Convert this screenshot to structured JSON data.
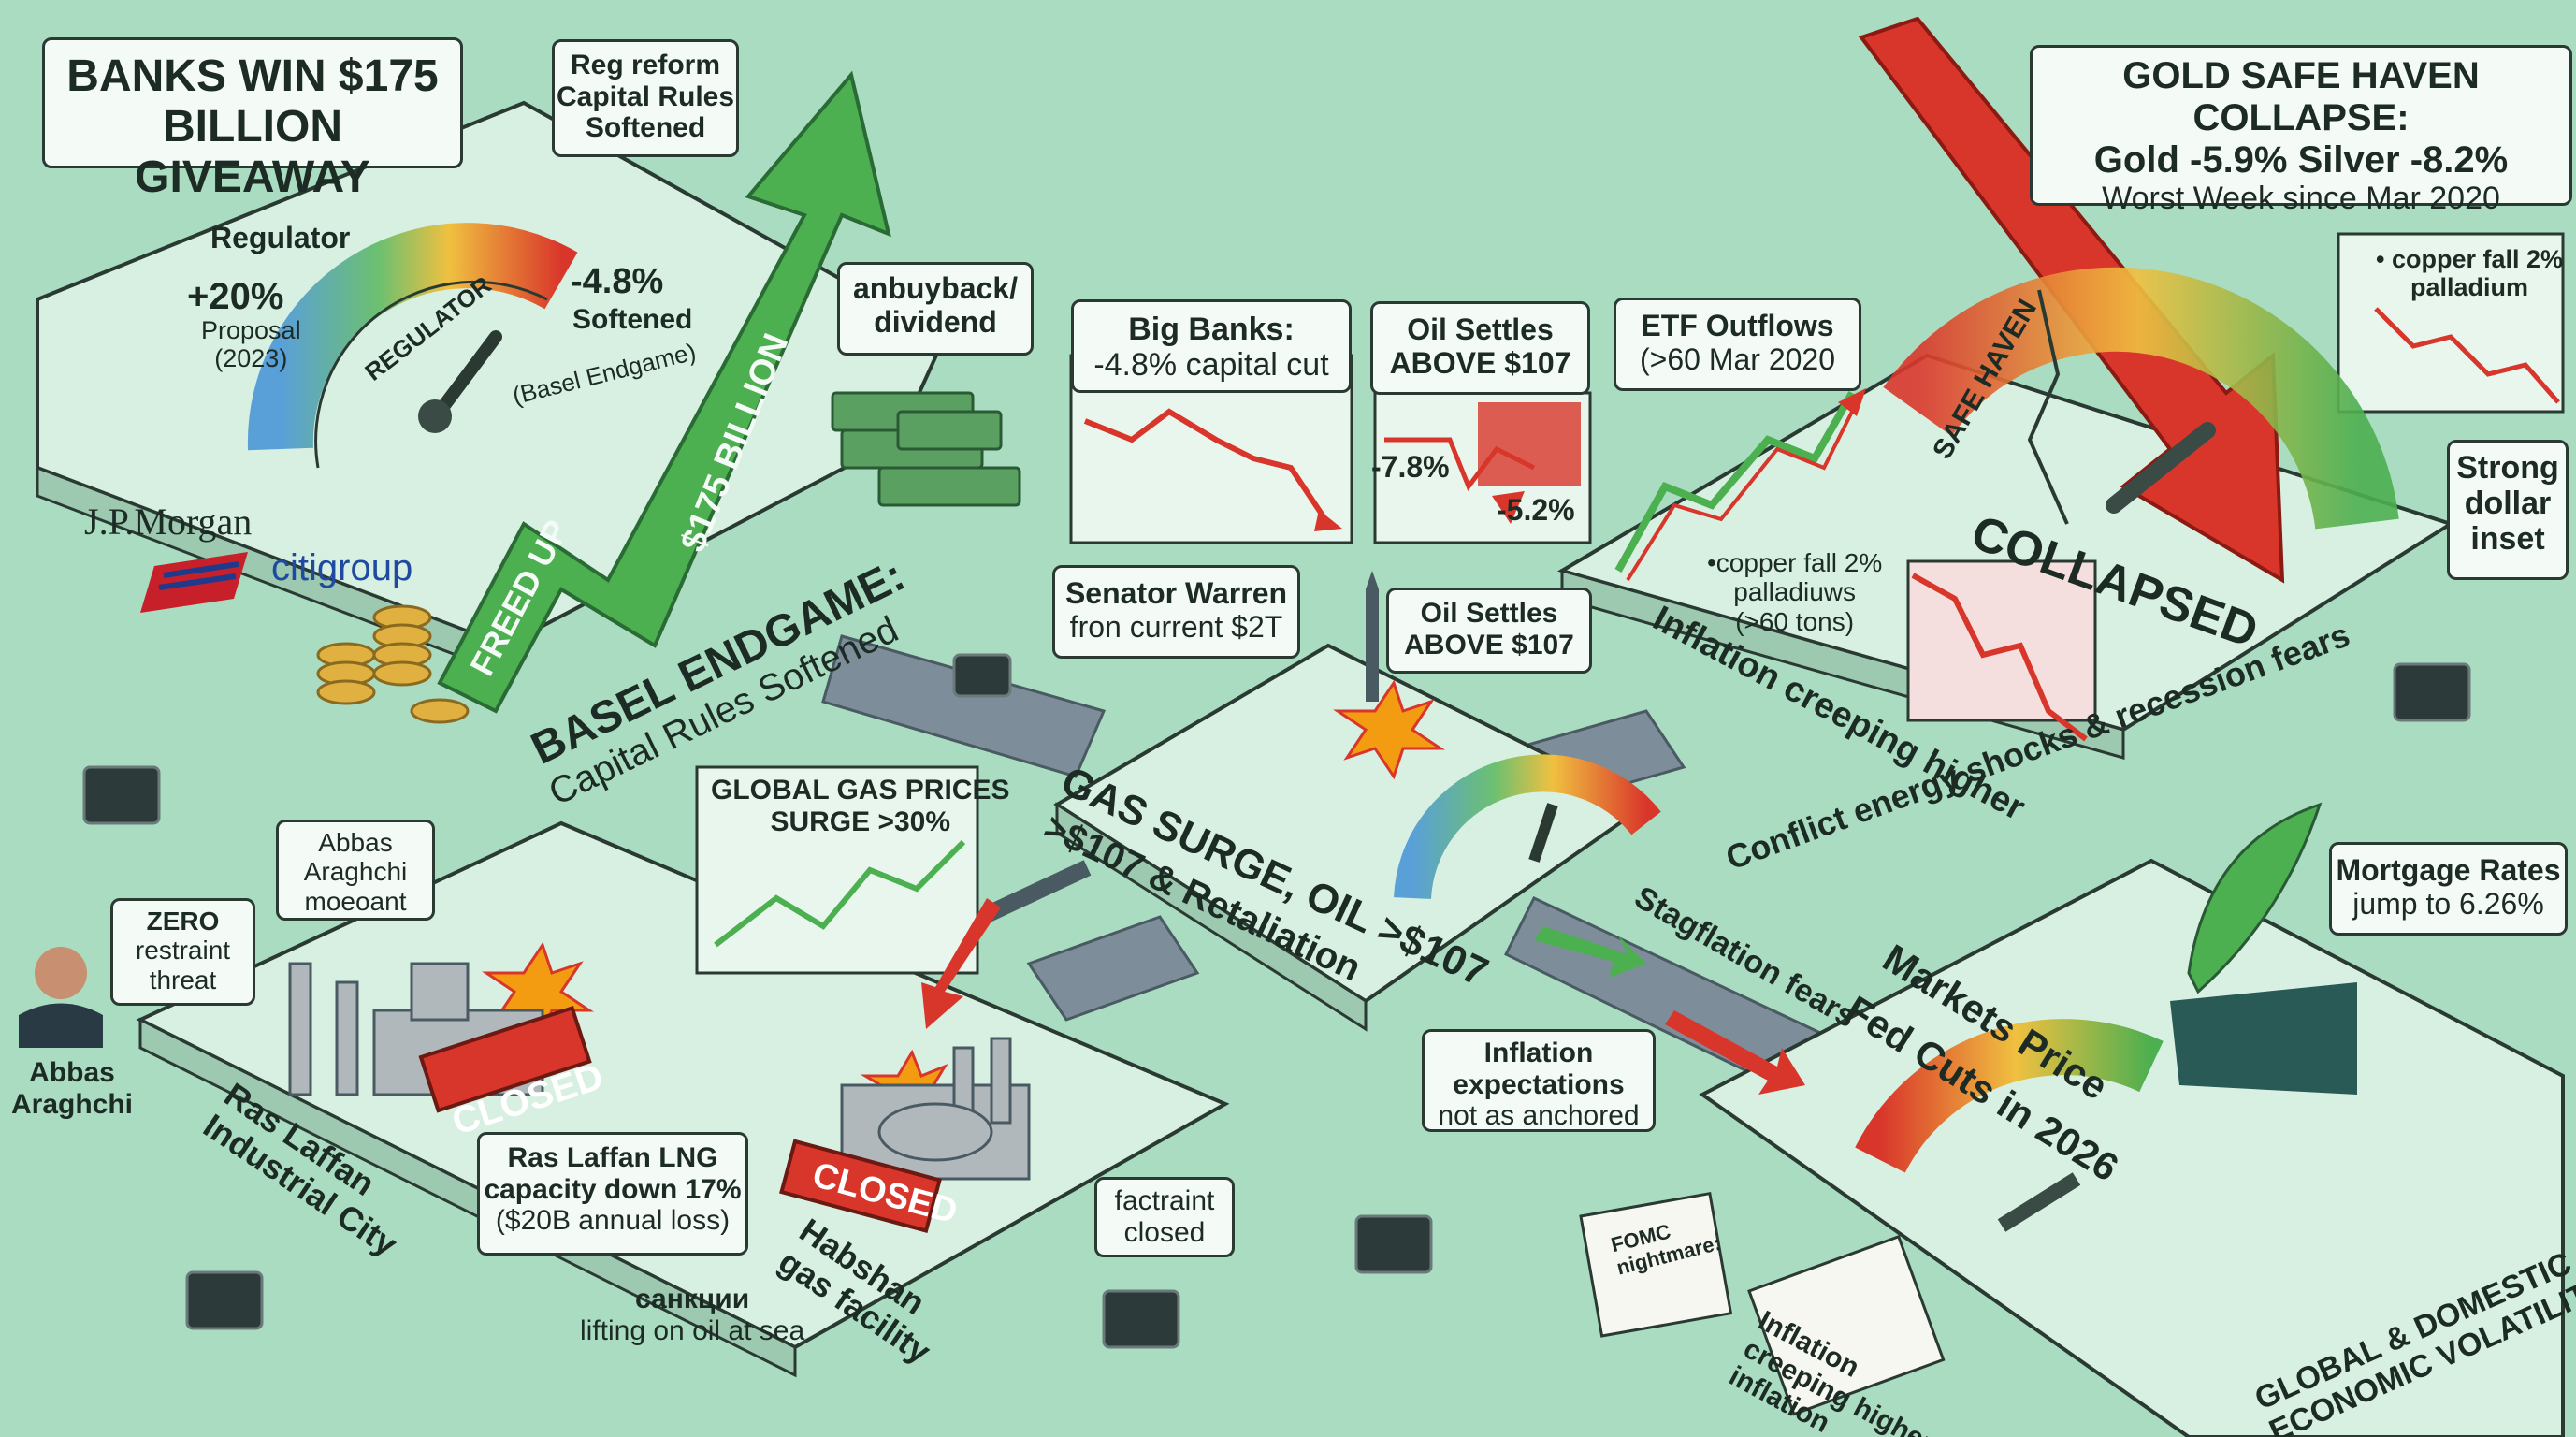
{
  "colors": {
    "background": "#a9dcc0",
    "platform": "#d8f0e2",
    "edge": "#2a3a33",
    "red": "#d9362b",
    "green": "#4caf50",
    "gold": "#e0b040"
  },
  "basel": {
    "headline": [
      "BANKS WIN $175",
      "BILLION GIVEAWAY"
    ],
    "reg_reform": [
      "Reg reform",
      "Capital Rules",
      "Softened"
    ],
    "regulator_label": "Regulator",
    "gauge_text": "REGULATOR",
    "proposal_value": "+20%",
    "proposal_label": [
      "Proposal",
      "(2023)"
    ],
    "softened_value": "-4.8%",
    "softened_label": "Softened",
    "softened_note": "(Basel Endgame)",
    "jpmorgan": "J.P.Morgan",
    "citi": "citigroup",
    "freed_up": "FREED UP",
    "billion_arrow": "$175 BILLION",
    "title": "BASEL ENDGAME:",
    "subtitle": "Capital Rules Softened",
    "buyback": [
      "anbuyback/",
      "dividend"
    ]
  },
  "banks_chart": {
    "title": "Big Banks:",
    "subtitle": "-4.8% capital cut"
  },
  "oil_chart": {
    "title": [
      "Oil Settles",
      "ABOVE  $107"
    ],
    "left_value": "-7.8%",
    "right_value": "-5.2%"
  },
  "warren": {
    "title": "Senator Warren",
    "subtitle": "fron current $2T"
  },
  "oil_settles_2": [
    "Oil Settles",
    "ABOVE $107"
  ],
  "gas_surge": [
    "GAS SURGE, OIL >$107",
    ">$107 & Retaliation"
  ],
  "etf": {
    "title": "ETF Outflows",
    "subtitle": "(>60 Mar 2020"
  },
  "metals": {
    "note": [
      "•copper fall 2%",
      "palladiuws",
      "(>60 tons)"
    ],
    "inflation": "Inflation creeping higher"
  },
  "gold": {
    "headline": "GOLD SAFE HAVEN COLLAPSE:",
    "values": "Gold -5.9%  Silver -8.2%",
    "subtitle": "Worst Week since Mar 2020",
    "gauge_text": "SAFE HAVEN",
    "collapsed": "COLLAPSED",
    "copper_note": [
      "• copper fall 2%",
      "palladium"
    ],
    "dollar": [
      "Strong",
      "dollar",
      "inset"
    ]
  },
  "conflict": "Conflict energy shocks & recession fears",
  "stagflation": "Stagflation fears",
  "inflation_expect": [
    "Inflation",
    "expectations",
    "not as anchored"
  ],
  "fed": {
    "mortgage": [
      "Mortgage Rates",
      "jump to 6.26%"
    ],
    "markets": [
      "Markets Price",
      "Fed Cuts in 2026"
    ],
    "fomc": [
      "FOMC",
      "nightmare:"
    ],
    "inflation_doc": [
      "Inflation",
      "creeping higher",
      "inflation"
    ],
    "global": [
      "GLOBAL & DOMESTIC",
      "ECONOMIC VOLATILITY"
    ]
  },
  "gas": {
    "chart_title": [
      "GLOBAL GAS PRICES",
      "SURGE >30%"
    ],
    "abbas_box": [
      "Abbas",
      "Araghchi",
      "moeoant"
    ],
    "zero": [
      "ZERO",
      "restraint",
      "threat"
    ],
    "person_name": [
      "Abbas",
      "Araghchi"
    ],
    "closed": "CLOSED",
    "ras_laffan_city": [
      "Ras Laffan",
      "Industrial City"
    ],
    "ras_laffan_box": [
      "Ras Laffan LNG",
      "capacity down 17%",
      "($20B annual loss)"
    ],
    "habshan": [
      "Habshan",
      "gas facility"
    ],
    "factraint": [
      "factraint",
      "closed"
    ],
    "sanctions": [
      "санкции",
      "lifting on oil at sea"
    ]
  },
  "icons": [
    "gauge-icon",
    "arrow-up-icon",
    "arrow-down-icon",
    "missile-icon",
    "explosion-icon",
    "factory-icon",
    "chip-icon",
    "cash-stack-icon",
    "coin-stack-icon",
    "quill-pen-icon",
    "document-icon",
    "person-icon"
  ]
}
